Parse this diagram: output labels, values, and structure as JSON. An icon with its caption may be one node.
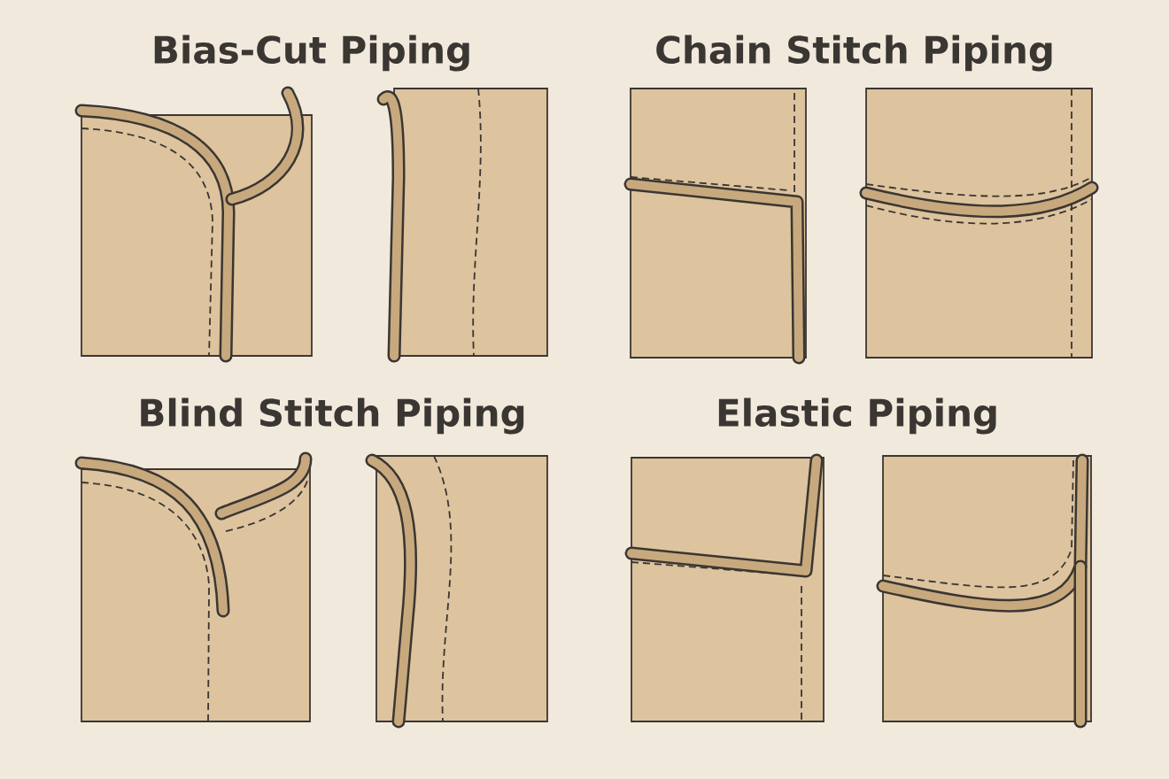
{
  "diagram": {
    "labels": [
      "Bias-Cut Piping",
      "Chain Stitch Piping",
      "Blind Stitch Piping",
      "Elastic Piping"
    ]
  }
}
